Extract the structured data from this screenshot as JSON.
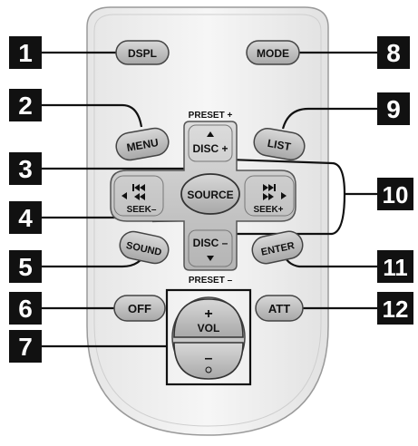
{
  "callouts": [
    "1",
    "2",
    "3",
    "4",
    "5",
    "6",
    "7",
    "8",
    "9",
    "10",
    "11",
    "12"
  ],
  "buttons": {
    "dspl": "DSPL",
    "mode": "MODE",
    "menu": "MENU",
    "list": "LIST",
    "source": "SOURCE",
    "disc_plus": "DISC +",
    "disc_minus": "DISC –",
    "seek_minus": "SEEK–",
    "seek_plus": "SEEK+",
    "sound": "SOUND",
    "enter": "ENTER",
    "off": "OFF",
    "att": "ATT",
    "vol": "VOL",
    "vol_plus": "+",
    "vol_minus": "–"
  },
  "captions": {
    "preset_plus": "PRESET +",
    "preset_minus": "PRESET –"
  }
}
